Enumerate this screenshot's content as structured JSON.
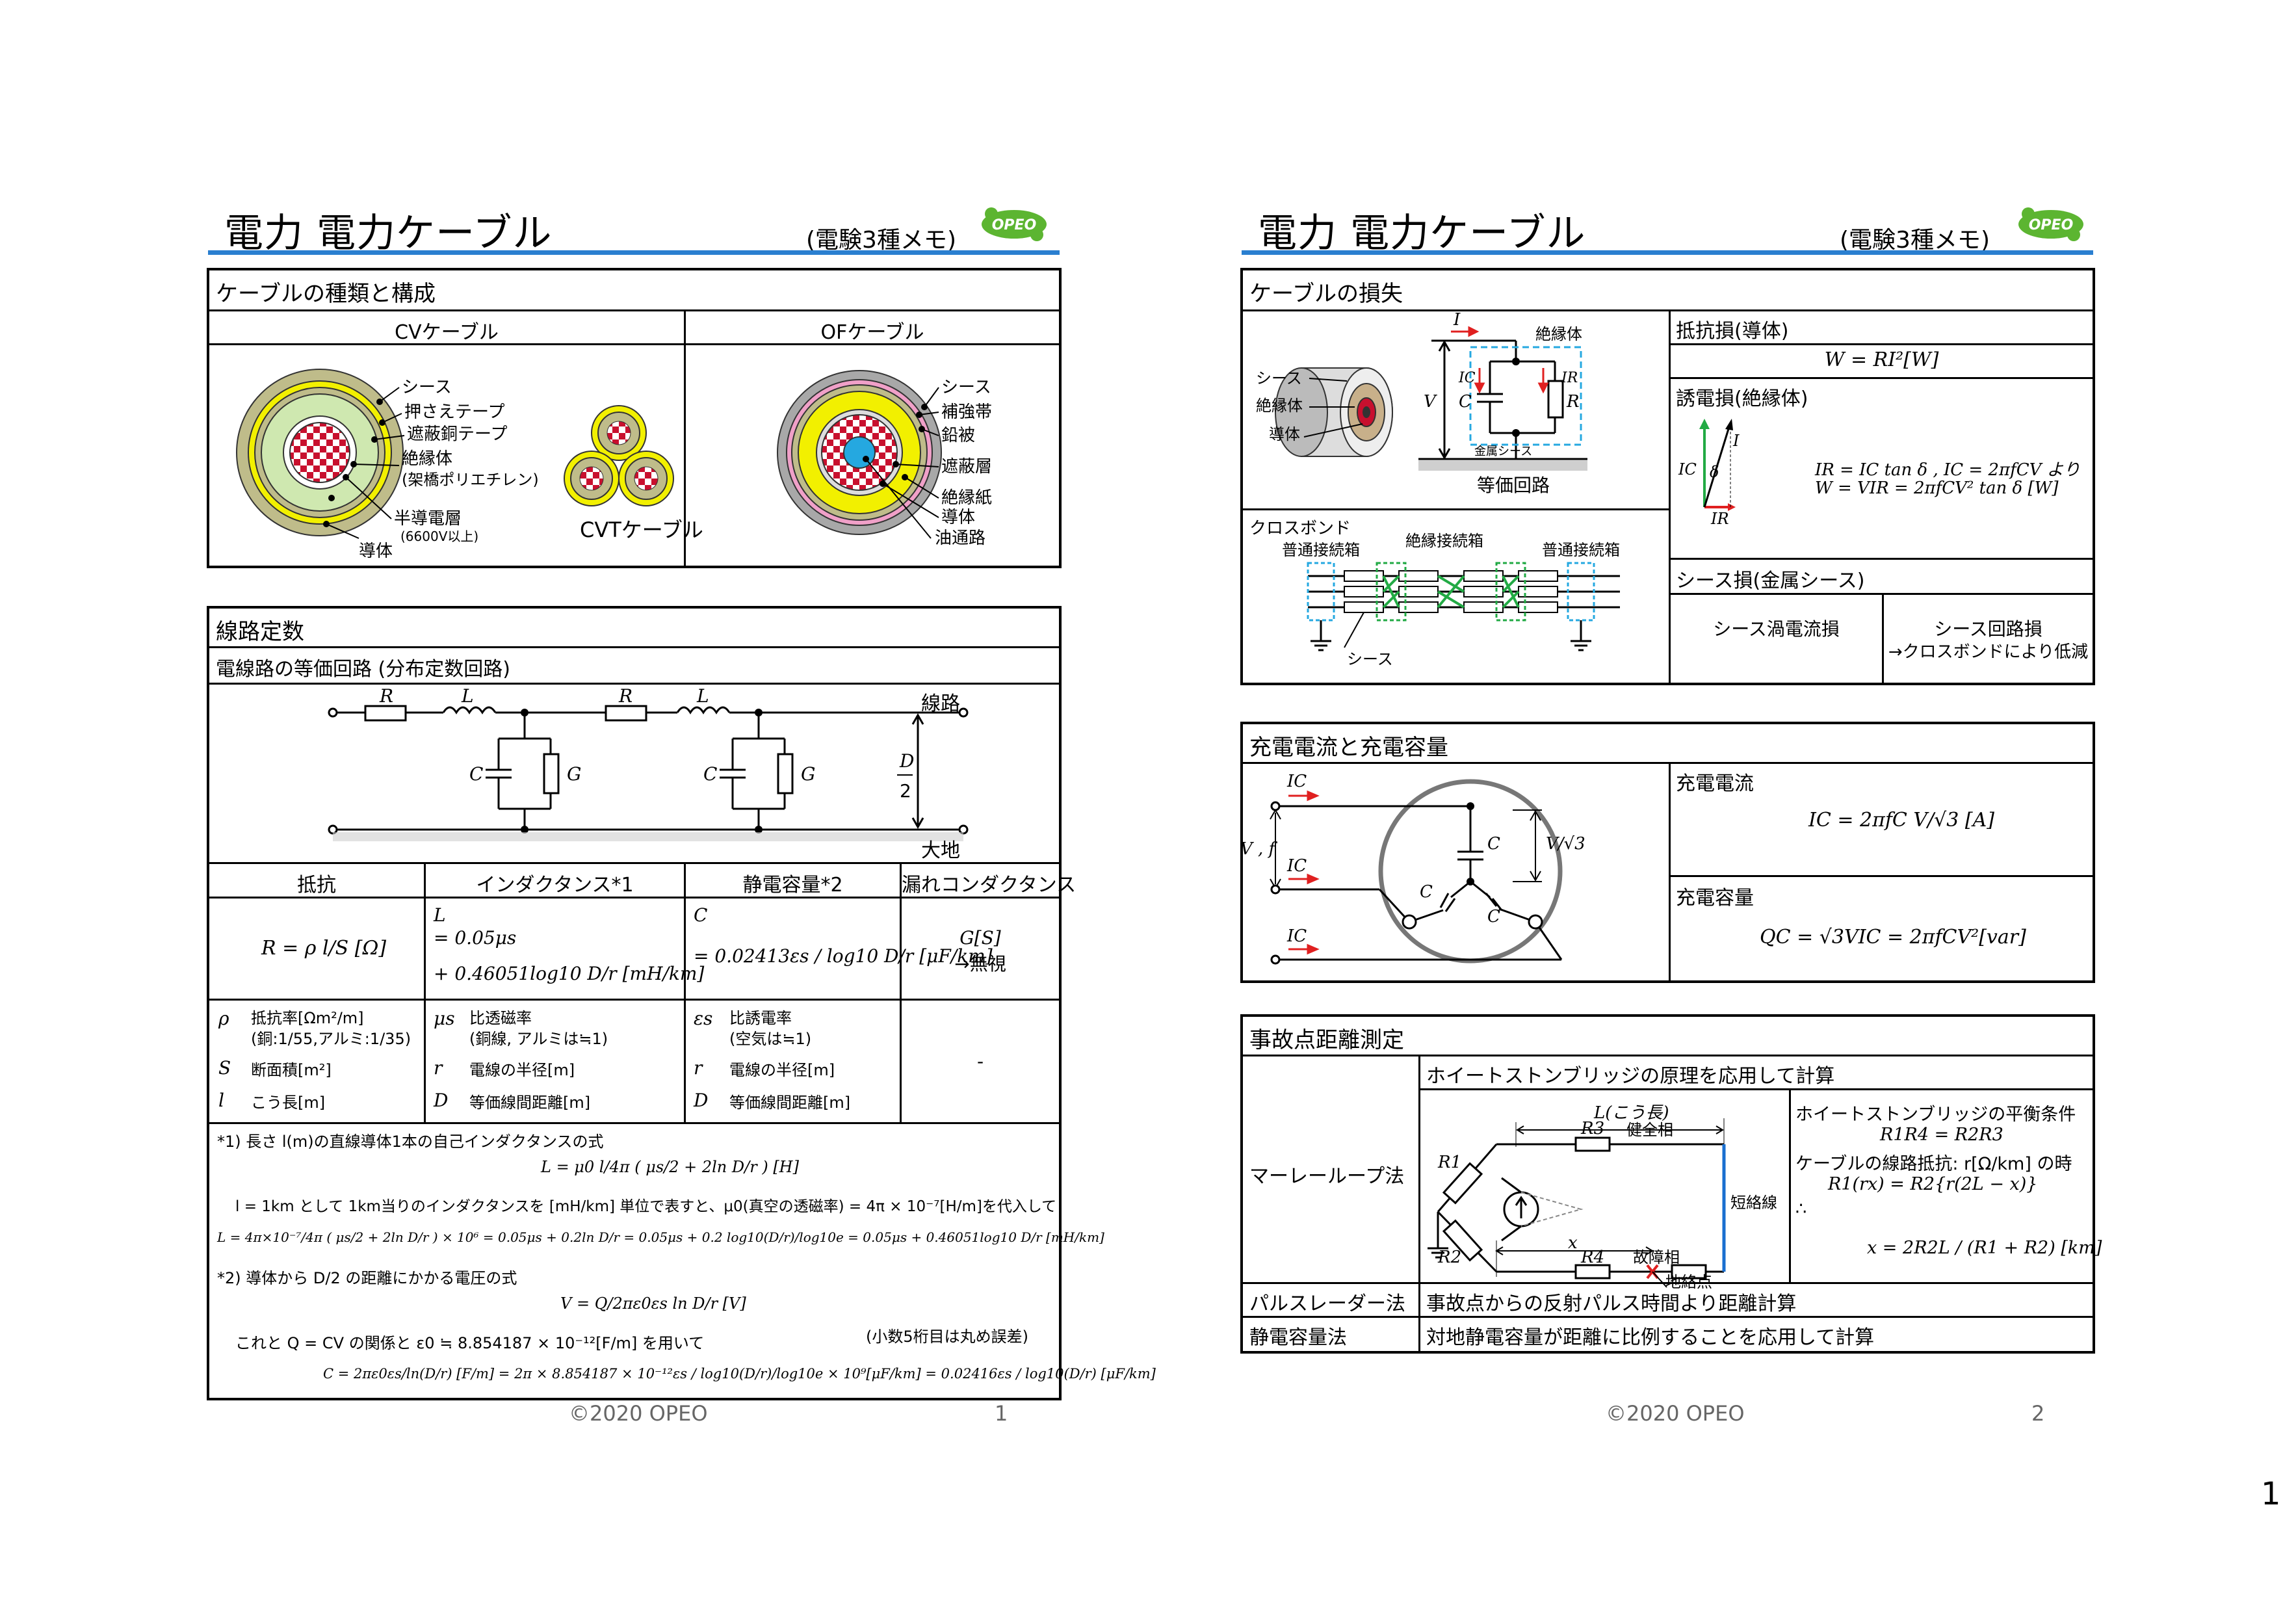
{
  "page1": {
    "title": "電力 電力ケーブル",
    "subtitle": "(電験3種メモ)",
    "logo_text": "OPEO",
    "section1": {
      "header": "ケーブルの種類と構成",
      "cv_label": "CVケーブル",
      "of_label": "OFケーブル",
      "cvt_label": "CVTケーブル",
      "cv_parts": [
        "シース",
        "押さえテープ",
        "遮蔽銅テープ",
        "絶縁体",
        "(架橋ポリエチレン)",
        "半導電層",
        "(6600V以上)",
        "導体"
      ],
      "of_parts": [
        "シース",
        "補強帯",
        "鉛被",
        "遮蔽層",
        "絶縁紙",
        "導体",
        "油通路"
      ]
    },
    "section2": {
      "header": "線路定数",
      "subheader": "電線路の等価回路 (分布定数回路)",
      "circuit_labels": {
        "R": "R",
        "L": "L",
        "C": "C",
        "G": "G",
        "D": "D",
        "two": "2",
        "line": "線路",
        "ground": "大地"
      },
      "columns": [
        "抵抗",
        "インダクタンス*1",
        "静電容量*2",
        "漏れコンダクタンス"
      ],
      "formulas": {
        "resistance": "R = ρ l/S [Ω]",
        "inductance_1": "L",
        "inductance_2": "= 0.05μs",
        "inductance_3": "+ 0.46051log10 D/r [mH/km]",
        "capacitance_1": "C",
        "capacitance_2": "= 0.02413εs / log10 D/r [μF/km]",
        "leak_1": "G[S]",
        "leak_2": "→無視"
      },
      "defs": {
        "resistance": [
          [
            "ρ",
            "抵抗率[Ωm²/m]"
          ],
          [
            "",
            "(銅:1/55,アルミ:1/35)"
          ],
          [
            "S",
            "断面積[m²]"
          ],
          [
            "l",
            "こう長[m]"
          ]
        ],
        "inductance": [
          [
            "μs",
            "比透磁率"
          ],
          [
            "",
            "(銅線, アルミは≒1)"
          ],
          [
            "r",
            "電線の半径[m]"
          ],
          [
            "D",
            "等価線間距離[m]"
          ]
        ],
        "capacitance": [
          [
            "εs",
            "比誘電率"
          ],
          [
            "",
            "(空気は≒1)"
          ],
          [
            "r",
            "電線の半径[m]"
          ],
          [
            "D",
            "等価線間距離[m]"
          ]
        ],
        "leak": "-"
      },
      "notes": [
        "*1) 長さ l(m)の直線導体1本の自己インダクタンスの式",
        "L = μ0 l/4π ( μs/2 + 2ln D/r ) [H]",
        "l = 1km として 1km当りのインダクタンスを [mH/km] 単位で表すと、μ0(真空の透磁率) = 4π × 10⁻⁷[H/m]を代入して",
        "L = 4π×10⁻⁷/4π ( μs/2 + 2ln D/r ) × 10⁶ = 0.05μs + 0.2ln D/r = 0.05μs + 0.2 log10(D/r)/log10e = 0.05μs + 0.46051log10 D/r [mH/km]",
        "*2) 導体から D/2 の距離にかかる電圧の式",
        "V = Q/2πε0εs ln D/r [V]",
        "これと Q = CV の関係と ε0 ≒ 8.854187 × 10⁻¹²[F/m] を用いて",
        "C = 2πε0εs/ln(D/r) [F/m] = 2π × 8.854187 × 10⁻¹²εs / log10(D/r)/log10e × 10⁹[μF/km] = 0.02416εs / log10(D/r) [μF/km]",
        "(小数5桁目は丸め誤差)"
      ]
    },
    "footer_copy": "©2020 OPEO",
    "footer_page": "1"
  },
  "page2": {
    "title": "電力 電力ケーブル",
    "subtitle": "(電験3種メモ)",
    "logo_text": "OPEO",
    "loss": {
      "header": "ケーブルの損失",
      "cable_parts": [
        "シース",
        "絶縁体",
        "導体"
      ],
      "circuit": {
        "I": "I",
        "V": "V",
        "IC": "IC",
        "IR": "IR",
        "C": "C",
        "R": "R",
        "ins": "絶縁体",
        "sheath": "金属シース"
      },
      "equiv_label": "等価回路",
      "crossbond_label": "クロスボンド",
      "crossbond_parts": [
        "普通接続箱",
        "絶縁接続箱",
        "普通接続箱",
        "シース"
      ],
      "resist_title": "抵抗損(導体)",
      "resist_formula": "W = RI²[W]",
      "dielectric_title": "誘電損(絶縁体)",
      "dielectric_formula1": "IR = IC tan δ , IC = 2πfCV より",
      "dielectric_formula2": "W = VIR = 2πfCV² tan δ [W]",
      "phasor": {
        "I": "I",
        "IC": "IC",
        "delta": "δ",
        "IR": "IR"
      },
      "sheath_title": "シース損(金属シース)",
      "sheath_eddy": "シース渦電流損",
      "sheath_circ_1": "シース回路損",
      "sheath_circ_2": "→クロスボンドにより低減"
    },
    "charging": {
      "header": "充電電流と充電容量",
      "labels": {
        "IC": "IC",
        "Vf": "V , f",
        "C": "C",
        "V3": "V/√3"
      },
      "current_title": "充電電流",
      "current_formula": "IC = 2πfC V/√3 [A]",
      "capacity_title": "充電容量",
      "capacity_formula": "QC = √3VIC = 2πfCV²[var]"
    },
    "fault": {
      "header": "事故点距離測定",
      "murray_label": "マーレーループ法",
      "murray_desc": "ホイートストンブリッジの原理を応用して計算",
      "bridge": {
        "L": "L(こう長)",
        "R1": "R1",
        "R2": "R2",
        "R3": "R3",
        "R4": "R4",
        "x": "x",
        "healthy": "健全相",
        "fault": "故障相",
        "short": "短絡線",
        "groundpt": "地絡点"
      },
      "balance_1": "ホイートストンブリッジの平衡条件",
      "balance_2": "R1R4 = R2R3",
      "balance_3": "ケーブルの線路抵抗: r[Ω/km] の時",
      "balance_4": "R1(rx) = R2{r(2L − x)}",
      "balance_5": "∴",
      "balance_6": "x = 2R2L / (R1 + R2) [km]",
      "pulse_label": "パルスレーダー法",
      "pulse_desc": "事故点からの反射パルス時間より距離計算",
      "cap_label": "静電容量法",
      "cap_desc": "対地静電容量が距離に比例することを応用して計算"
    },
    "footer_copy": "©2020 OPEO",
    "footer_page": "2"
  },
  "sheet_number": "1",
  "colors": {
    "accent_blue": "#2a7fd0",
    "logo_green": "#5cb531",
    "red": "#e02020",
    "green_line": "#22aa44",
    "yellow": "#f2f000",
    "olive": "#b5b36a"
  }
}
